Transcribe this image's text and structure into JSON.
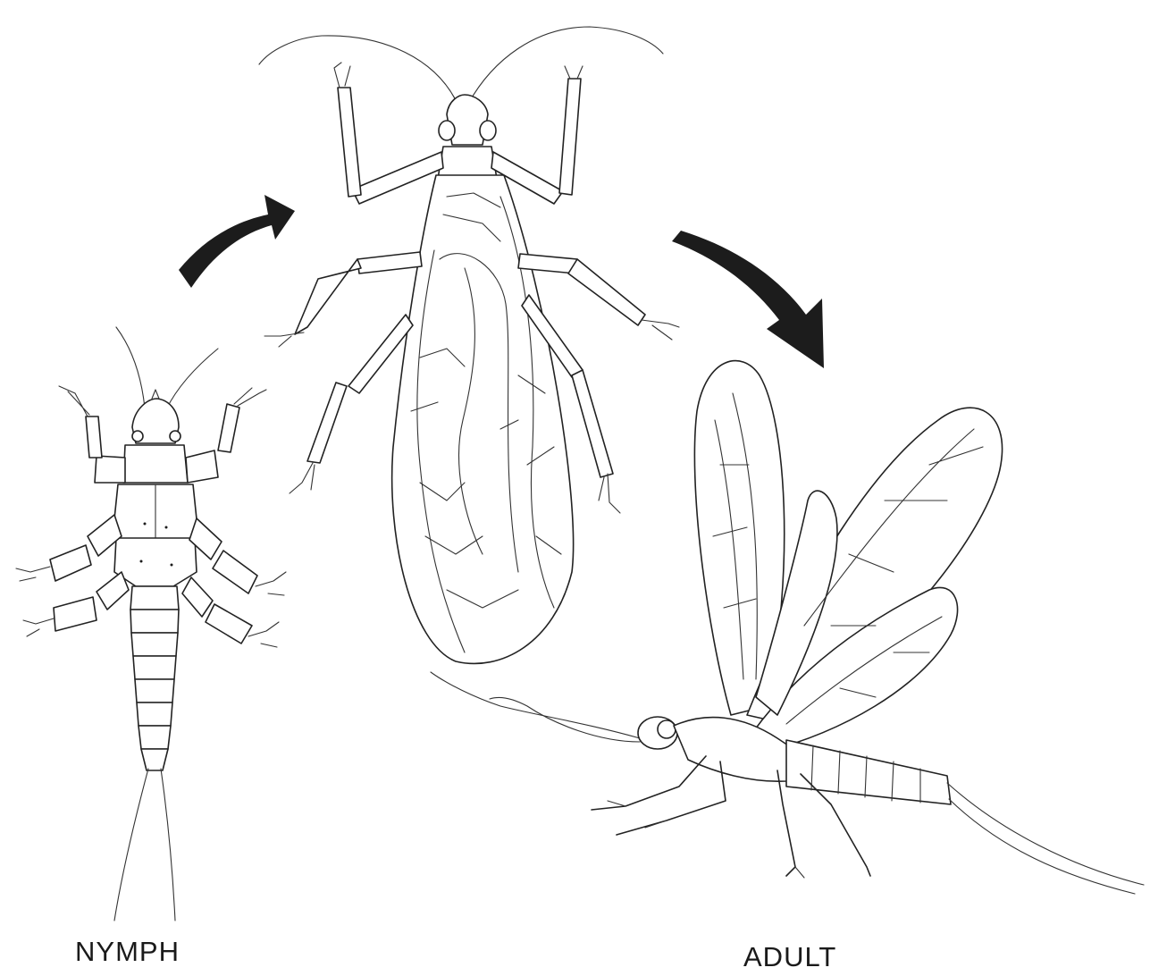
{
  "labels": {
    "nymph": "NYMPH",
    "adult": "ADULT"
  },
  "stages": [
    {
      "name": "nymph",
      "icon": "stonefly-nymph-drawing"
    },
    {
      "name": "transitional-stage",
      "icon": "stonefly-folded-wing-drawing"
    },
    {
      "name": "adult",
      "icon": "stonefly-adult-winged-drawing"
    }
  ],
  "arrows": [
    {
      "icon": "curved-arrow-up-right",
      "color": "#1c1c1c"
    },
    {
      "icon": "curved-arrow-down-right",
      "color": "#1c1c1c"
    }
  ],
  "colors": {
    "background": "#ffffff",
    "ink": "#222222"
  }
}
